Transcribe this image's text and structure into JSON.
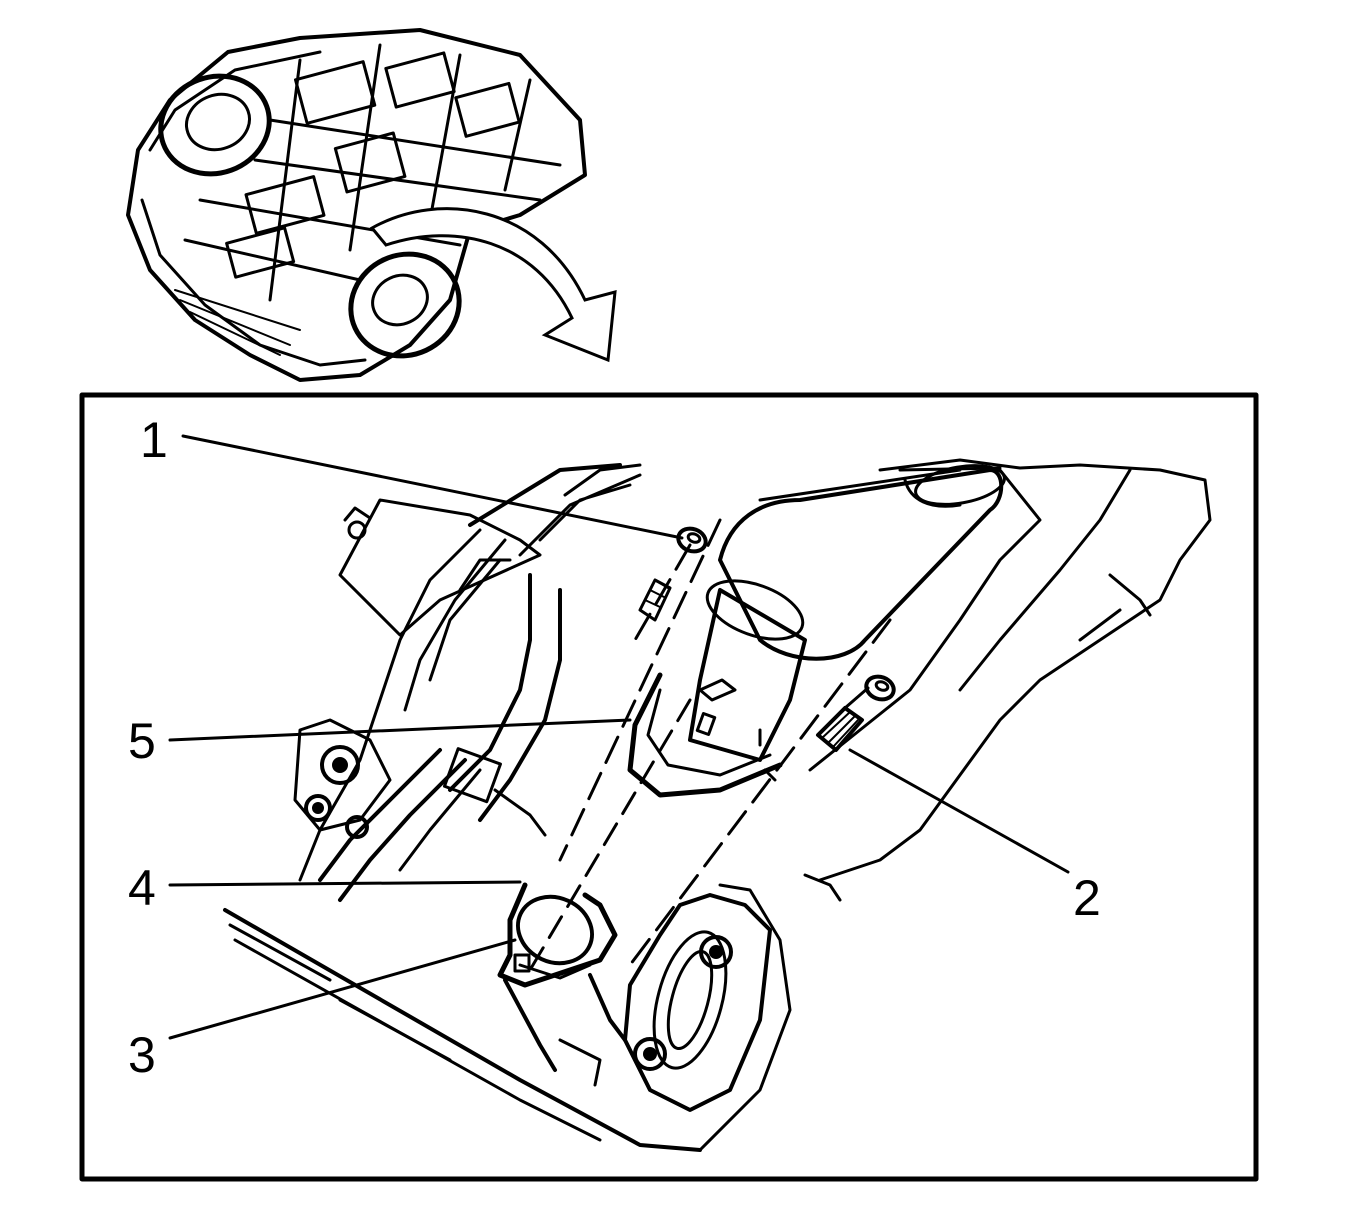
{
  "diagram": {
    "callouts": [
      {
        "id": "1",
        "label": "1"
      },
      {
        "id": "2",
        "label": "2"
      },
      {
        "id": "3",
        "label": "3"
      },
      {
        "id": "4",
        "label": "4"
      },
      {
        "id": "5",
        "label": "5"
      }
    ],
    "colors": {
      "ink": "#000000",
      "paper": "#ffffff"
    }
  }
}
